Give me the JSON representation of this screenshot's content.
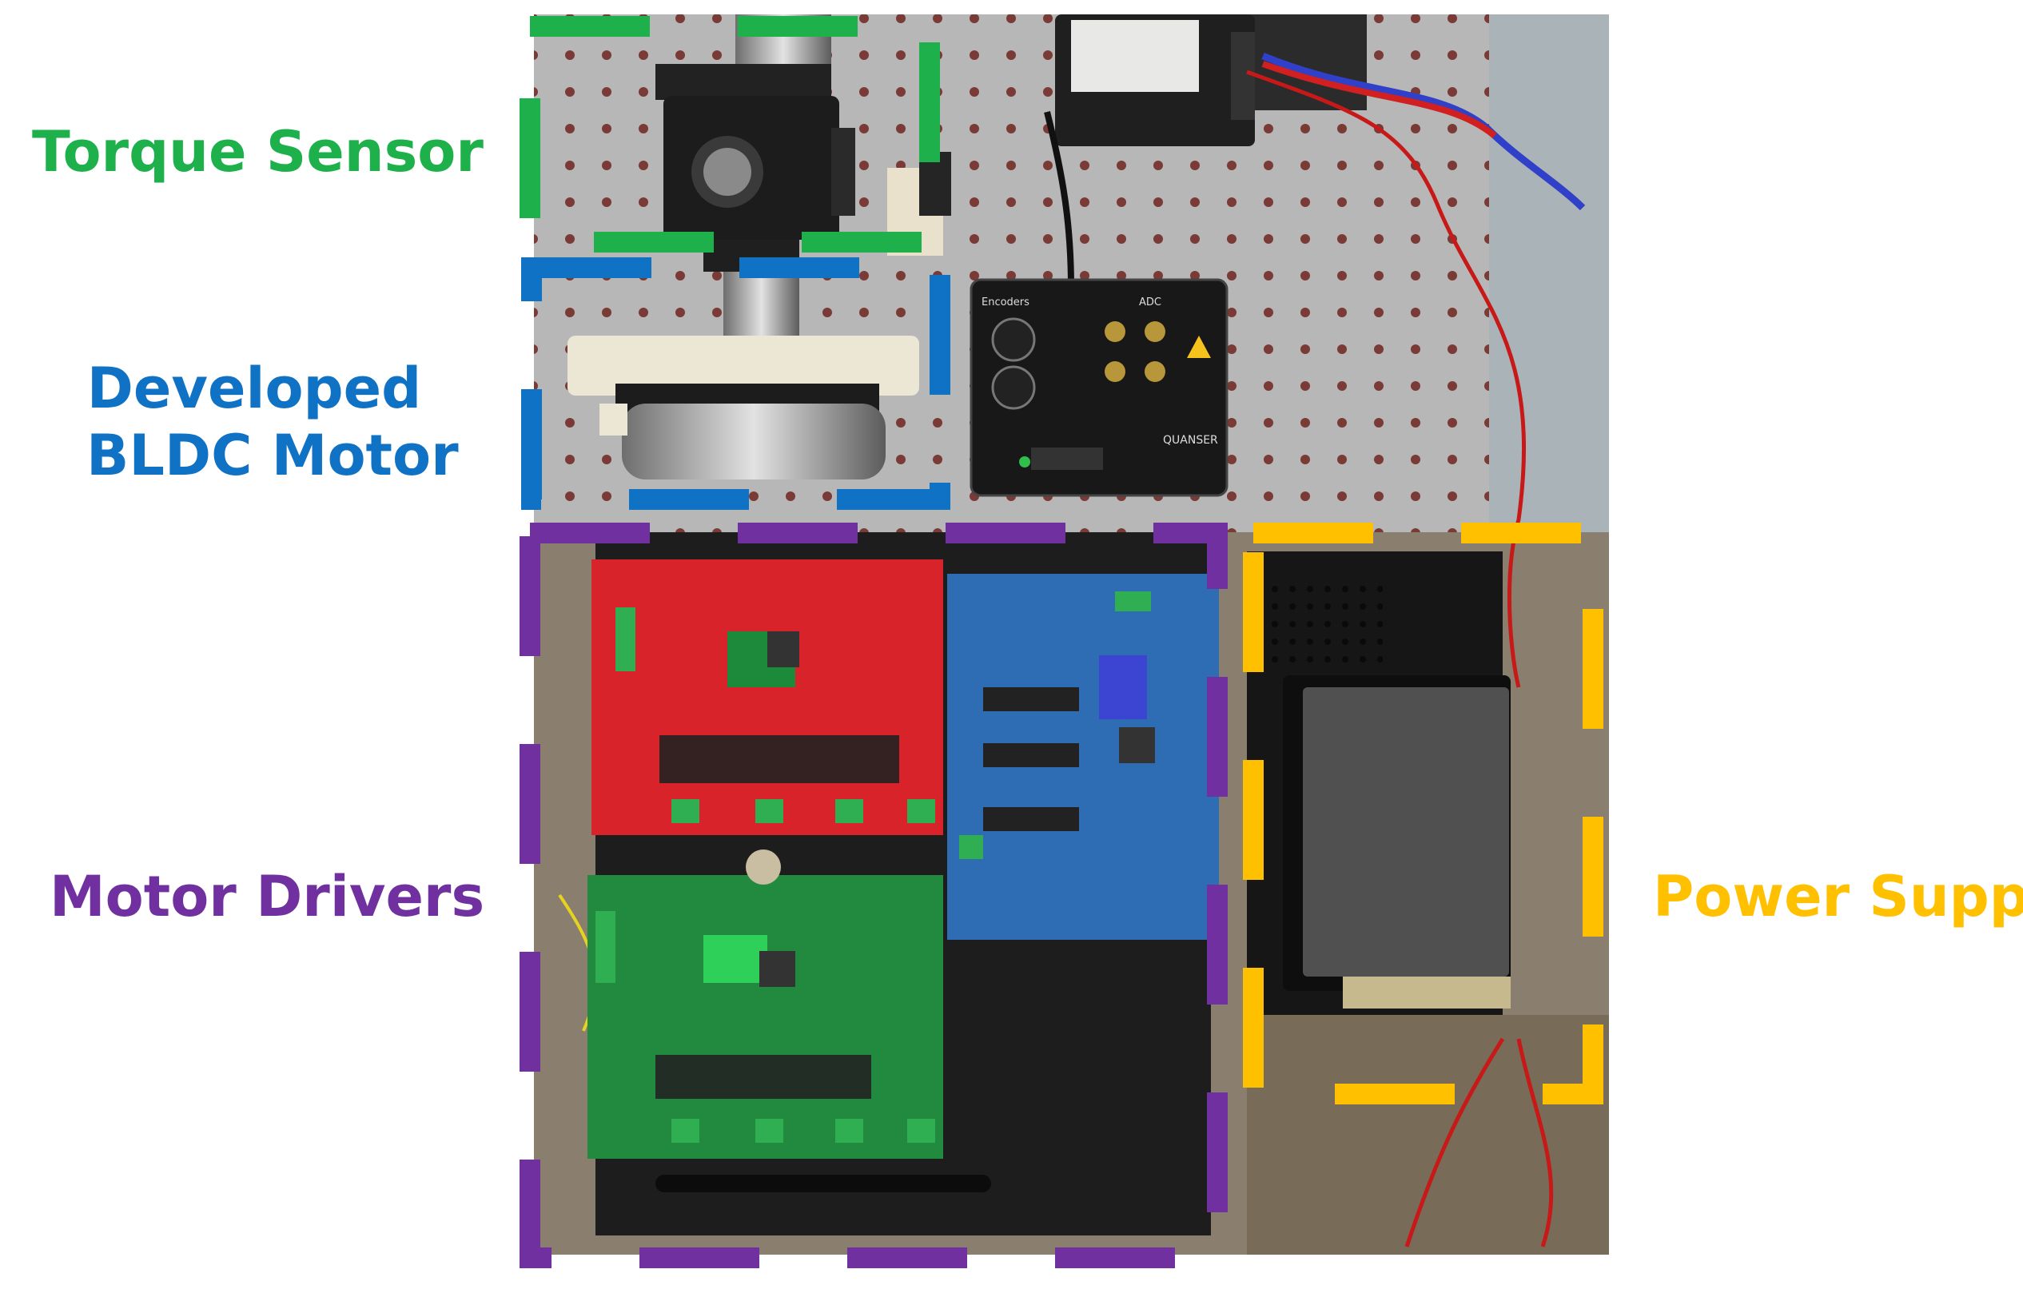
{
  "labels": {
    "torque_sensor": "Torque Sensor",
    "bldc_line1": "Developed",
    "bldc_line2": "BLDC Motor",
    "motor_drivers": "Motor Drivers",
    "power_supply": "Power Supply"
  },
  "colors": {
    "torque_sensor": "#1db04b",
    "bldc_motor": "#0f72c4",
    "motor_drivers": "#7030a0",
    "power_supply": "#ffc000"
  },
  "board_text": {
    "daq_brand": "QUANSER",
    "daq_encoders": "Encoders",
    "daq_adc": "ADC"
  }
}
